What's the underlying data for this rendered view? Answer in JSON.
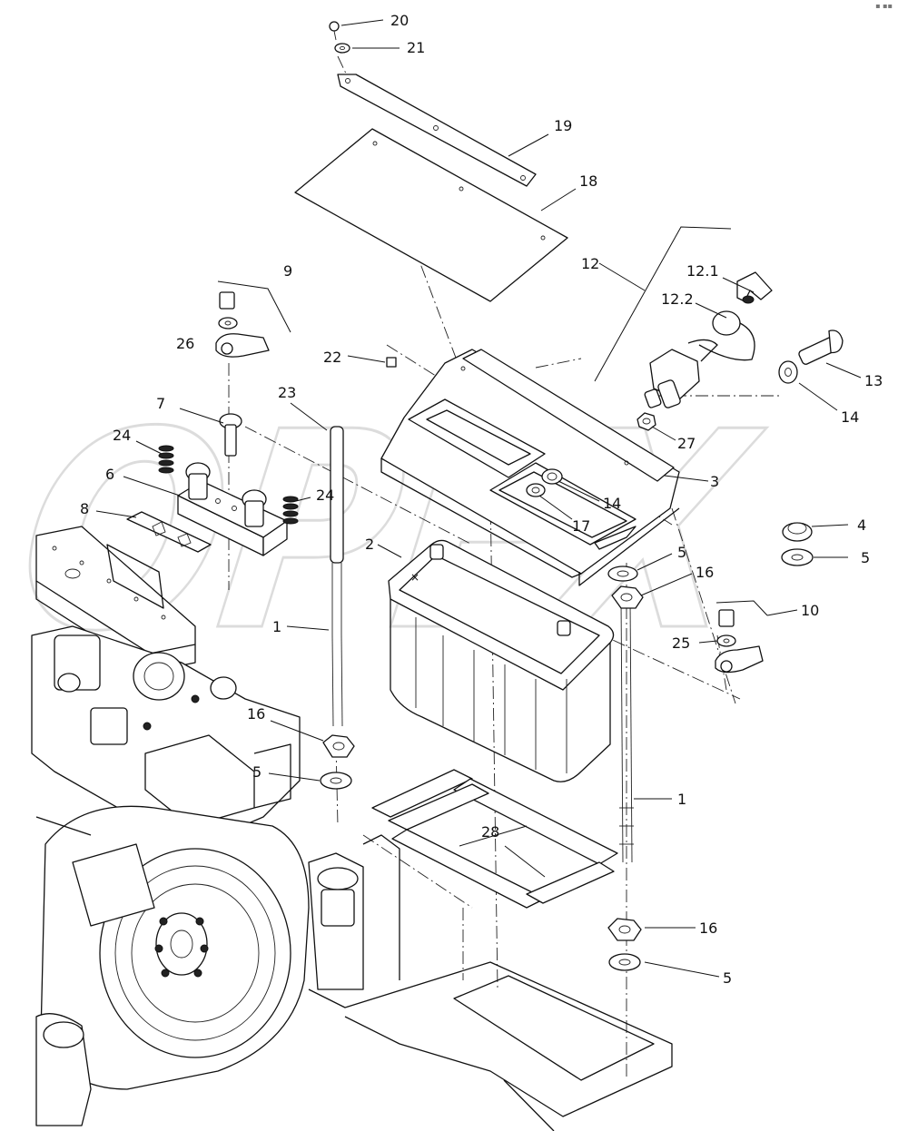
{
  "watermark": {
    "text": "OPEX"
  },
  "corner_mark": "▪︎ ▪︎▪︎",
  "callouts": [
    {
      "id": "c20",
      "label": "20"
    },
    {
      "id": "c21",
      "label": "21"
    },
    {
      "id": "c19",
      "label": "19"
    },
    {
      "id": "c18",
      "label": "18"
    },
    {
      "id": "c12",
      "label": "12"
    },
    {
      "id": "c12_1",
      "label": "12.1"
    },
    {
      "id": "c12_2",
      "label": "12.2"
    },
    {
      "id": "c13",
      "label": "13"
    },
    {
      "id": "c14a",
      "label": "14"
    },
    {
      "id": "c9",
      "label": "9"
    },
    {
      "id": "c26",
      "label": "26"
    },
    {
      "id": "c22",
      "label": "22"
    },
    {
      "id": "c23",
      "label": "23"
    },
    {
      "id": "c7",
      "label": "7"
    },
    {
      "id": "c24a",
      "label": "24"
    },
    {
      "id": "c6",
      "label": "6"
    },
    {
      "id": "c24b",
      "label": "24"
    },
    {
      "id": "c8",
      "label": "8"
    },
    {
      "id": "c27",
      "label": "27"
    },
    {
      "id": "c3",
      "label": "3"
    },
    {
      "id": "c14b",
      "label": "14"
    },
    {
      "id": "c17",
      "label": "17"
    },
    {
      "id": "c2",
      "label": "2"
    },
    {
      "id": "c4",
      "label": "4"
    },
    {
      "id": "c5a",
      "label": "5"
    },
    {
      "id": "c5b",
      "label": "5"
    },
    {
      "id": "c16a",
      "label": "16"
    },
    {
      "id": "c10",
      "label": "10"
    },
    {
      "id": "c25",
      "label": "25"
    },
    {
      "id": "c1a",
      "label": "1"
    },
    {
      "id": "c16b",
      "label": "16"
    },
    {
      "id": "c5c",
      "label": "5"
    },
    {
      "id": "c1b",
      "label": "1"
    },
    {
      "id": "c28",
      "label": "28"
    },
    {
      "id": "c16c",
      "label": "16"
    },
    {
      "id": "c5d",
      "label": "5"
    }
  ]
}
